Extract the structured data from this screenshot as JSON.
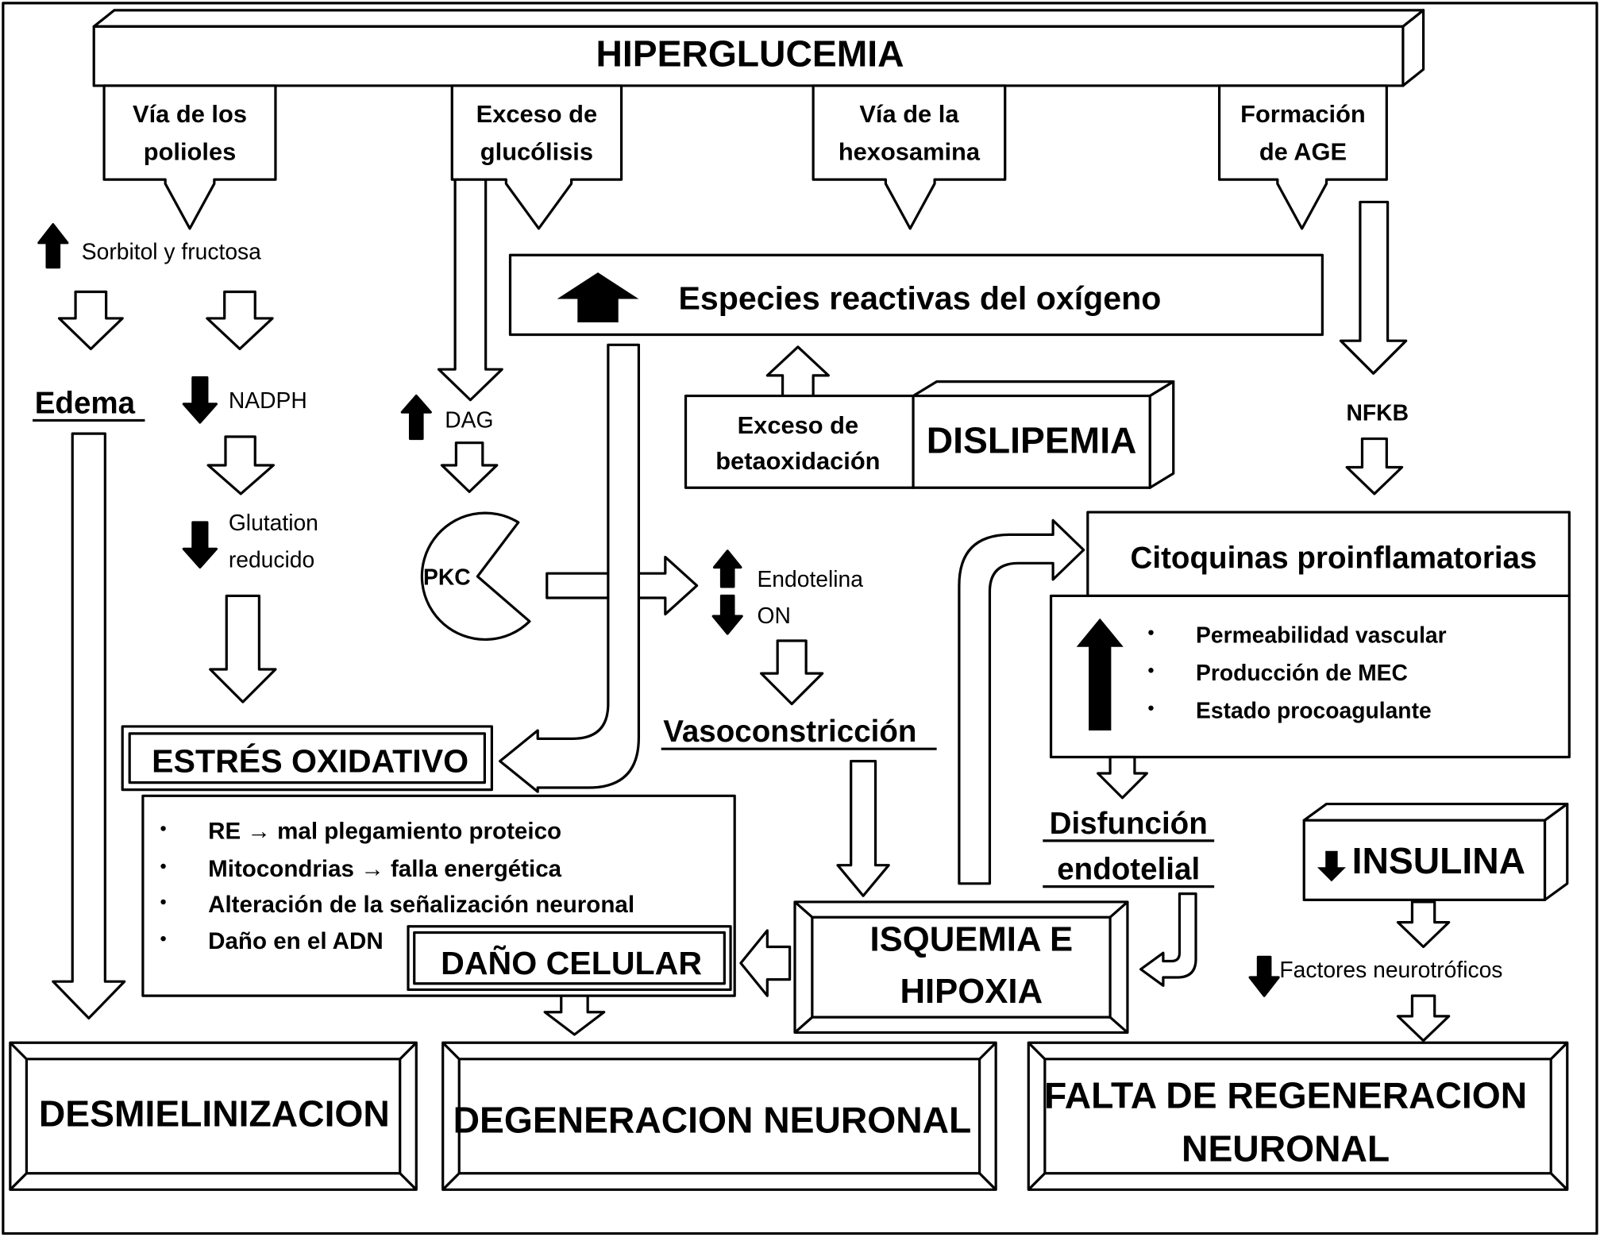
{
  "title": "HIPERGLUCEMIA",
  "pathways": {
    "polyol": [
      "Vía de los",
      "polioles"
    ],
    "glycolysis": [
      "Exceso de",
      "glucólisis"
    ],
    "hexosamine": [
      "Vía de la",
      "hexosamina"
    ],
    "age": [
      "Formación",
      "de AGE"
    ]
  },
  "sorbitol": "Sorbitol y fructosa",
  "edema": "Edema",
  "nadph": "NADPH",
  "glutathione": [
    "Glutation",
    "reducido"
  ],
  "dag": "DAG",
  "pkc": "PKC",
  "endothelin": "Endotelina",
  "on": "ON",
  "vasoconstriction": "Vasoconstricción",
  "ros": "Especies reactivas del oxígeno",
  "beta_oxidation": [
    "Exceso de",
    "betaoxidación"
  ],
  "dyslipidemia": "DISLIPEMIA",
  "nfkb": "NFKB",
  "cytokines": "Citoquinas proinflamatorias",
  "cytokine_effects": [
    "Permeabilidad vascular",
    "Producción de MEC",
    "Estado procoagulante"
  ],
  "endothelial_dysfunction": [
    "Disfunción",
    "endotelial"
  ],
  "oxidative_stress": "ESTRÉS OXIDATIVO",
  "stress_effects": [
    "RE → mal plegamiento proteico",
    "Mitocondrias → falla energética",
    "Alteración de la señalización neuronal",
    "Daño en el ADN"
  ],
  "cell_damage": "DAÑO CELULAR",
  "ischemia": [
    "ISQUEMIA E",
    "HIPOXIA"
  ],
  "insulin": "INSULINA",
  "neurotrophic": "Factores neurotróficos",
  "outcomes": {
    "demyelination": "DESMIELINIZACION",
    "degeneration": "DEGENERACION NEURONAL",
    "regeneration": [
      "FALTA DE REGENERACION",
      "NEURONAL"
    ]
  }
}
